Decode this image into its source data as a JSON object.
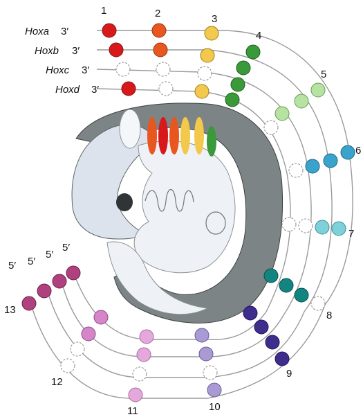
{
  "figure": {
    "genes": [
      {
        "name": "Hoxa",
        "end3": "3′"
      },
      {
        "name": "Hoxb",
        "end3": "3′"
      },
      {
        "name": "Hoxc",
        "end3": "3′"
      },
      {
        "name": "Hoxd",
        "end3": "3′"
      }
    ],
    "paralog_groups": [
      "1",
      "2",
      "3",
      "4",
      "5",
      "6",
      "7",
      "8",
      "9",
      "10",
      "11",
      "12",
      "13"
    ],
    "five_prime": "5′",
    "colors": {
      "g1": "#d7191c",
      "g2": "#e8571f",
      "g3": "#f2c94c",
      "g4": "#3a9a3a",
      "g5": "#b6e3a1",
      "g6": "#3aa3cc",
      "g7": "#7fd1d9",
      "g8": "#138580",
      "g9": "#3f2d8c",
      "g10": "#a99ad4",
      "g11": "#e4a8dc",
      "g12": "#d585c8",
      "g13": "#b0417f",
      "line": "#9a9a9a",
      "embryo_dark": "#7d8485",
      "embryo_light": "#e4e9f0"
    }
  }
}
